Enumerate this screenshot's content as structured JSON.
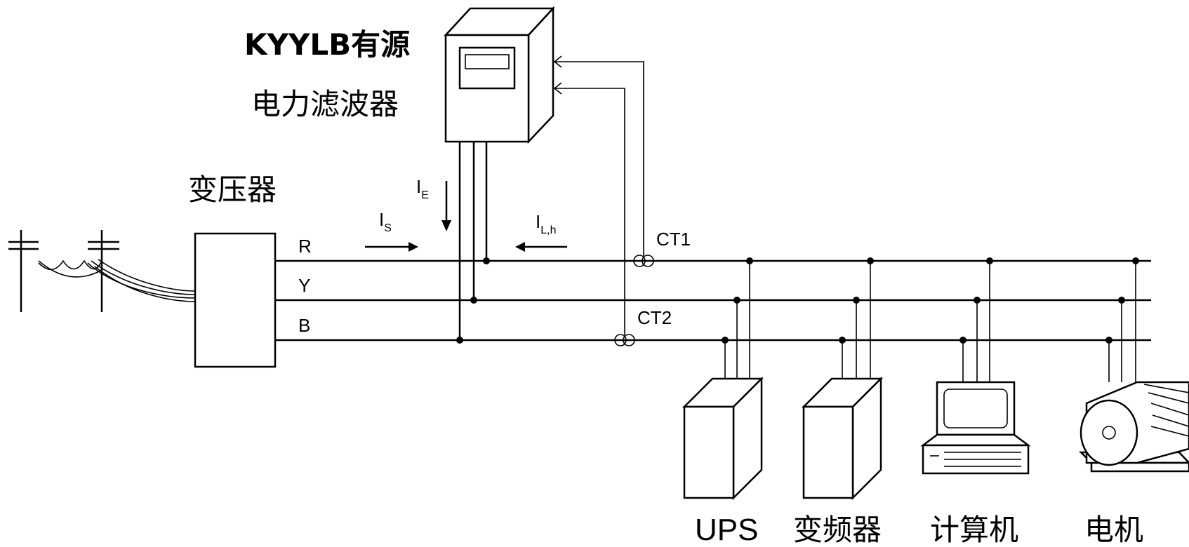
{
  "filter": {
    "line1": "KYYLB有源",
    "line2": "电力滤波器"
  },
  "transformer": {
    "label": "变压器"
  },
  "phases": {
    "r": "R",
    "y": "Y",
    "b": "B"
  },
  "currents": {
    "is": "I",
    "is_sub": "S",
    "ie": "I",
    "ie_sub": "E",
    "ilh": "I",
    "ilh_sub": "L,h"
  },
  "sensors": {
    "ct1": "CT1",
    "ct2": "CT2"
  },
  "loads": [
    {
      "label": "UPS"
    },
    {
      "label": "变频器"
    },
    {
      "label": "计算机"
    },
    {
      "label": "电机"
    }
  ]
}
